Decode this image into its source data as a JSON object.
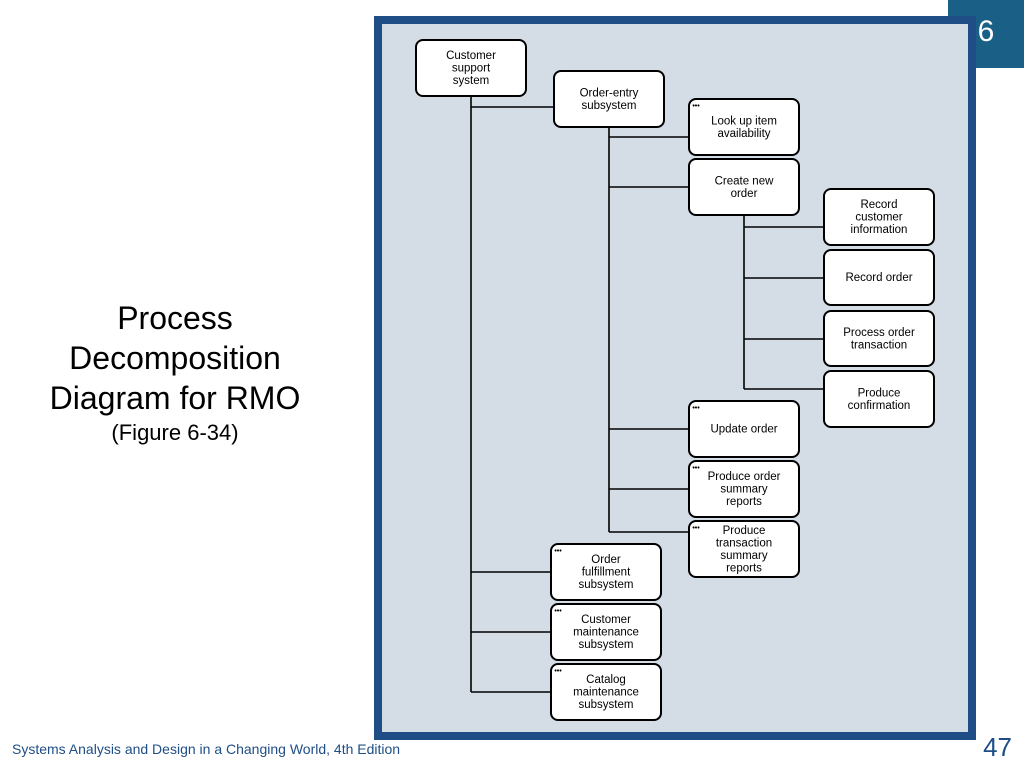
{
  "chapter_number": "6",
  "title": {
    "line1": "Process",
    "line2": "Decomposition",
    "line3": "Diagram for RMO",
    "subtitle": "(Figure 6-34)"
  },
  "diagram": {
    "nodes": [
      {
        "id": "customer-support-system",
        "lines": [
          "Customer",
          "support",
          "system"
        ],
        "dots": false
      },
      {
        "id": "order-entry-subsystem",
        "lines": [
          "Order-entry",
          "subsystem"
        ],
        "dots": false
      },
      {
        "id": "look-up-item-availability",
        "lines": [
          "Look up item",
          "availability"
        ],
        "dots": true
      },
      {
        "id": "create-new-order",
        "lines": [
          "Create new",
          "order"
        ],
        "dots": false
      },
      {
        "id": "record-customer-information",
        "lines": [
          "Record",
          "customer",
          "information"
        ],
        "dots": false
      },
      {
        "id": "record-order",
        "lines": [
          "Record order"
        ],
        "dots": false
      },
      {
        "id": "process-order-transaction",
        "lines": [
          "Process order",
          "transaction"
        ],
        "dots": false
      },
      {
        "id": "produce-confirmation",
        "lines": [
          "Produce",
          "confirmation"
        ],
        "dots": false
      },
      {
        "id": "update-order",
        "lines": [
          "Update order"
        ],
        "dots": true
      },
      {
        "id": "produce-order-summary-reports",
        "lines": [
          "Produce order",
          "summary",
          "reports"
        ],
        "dots": true
      },
      {
        "id": "produce-transaction-summary-reports",
        "lines": [
          "Produce",
          "transaction",
          "summary",
          "reports"
        ],
        "dots": true
      },
      {
        "id": "order-fulfillment-subsystem",
        "lines": [
          "Order",
          "fulfillment",
          "subsystem"
        ],
        "dots": true
      },
      {
        "id": "customer-maintenance-subsystem",
        "lines": [
          "Customer",
          "maintenance",
          "subsystem"
        ],
        "dots": true
      },
      {
        "id": "catalog-maintenance-subsystem",
        "lines": [
          "Catalog",
          "maintenance",
          "subsystem"
        ],
        "dots": true
      }
    ]
  },
  "footer": {
    "text": "Systems Analysis and Design in a Changing World, 4th Edition",
    "page_number": "47"
  },
  "colors": {
    "accent": "#1a5f86",
    "frame": "#1f4e87",
    "figure_background": "#d4dce6"
  }
}
